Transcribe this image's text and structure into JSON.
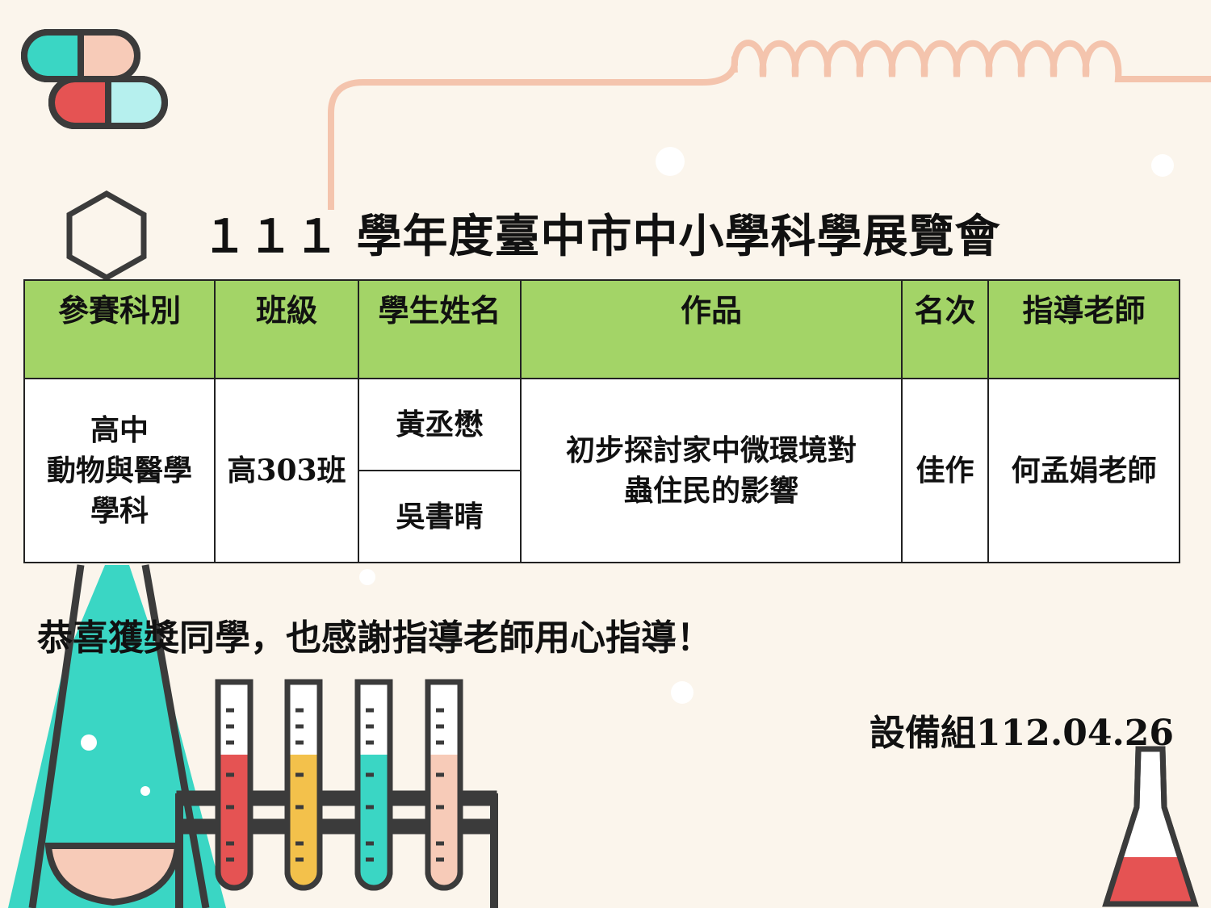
{
  "title": "１１１ 學年度臺中市中小學科學展覽會",
  "table": {
    "headers": [
      "參賽科別",
      "班級",
      "學生姓名",
      "作品",
      "名次",
      "指導老師"
    ],
    "row": {
      "category_lines": [
        "高中",
        "動物與醫學",
        "學科"
      ],
      "class": "高303班",
      "students": [
        "黃丞懋",
        "吳書晴"
      ],
      "work_lines": [
        "初步探討家中微環境對",
        "蟲住民的影響"
      ],
      "rank": "佳作",
      "teacher": "何孟娟老師"
    }
  },
  "message": "恭喜獲獎同學，也感謝指導老師用心指導！",
  "signature": "設備組112.04.26",
  "colors": {
    "background": "#fbf5ec",
    "header_green": "#a3d467",
    "teal": "#3ad6c4",
    "red": "#e55353",
    "yellow": "#f3c14b",
    "peach": "#f7cbb8",
    "tube_line": "#f4c4ad",
    "outline": "#444444"
  }
}
